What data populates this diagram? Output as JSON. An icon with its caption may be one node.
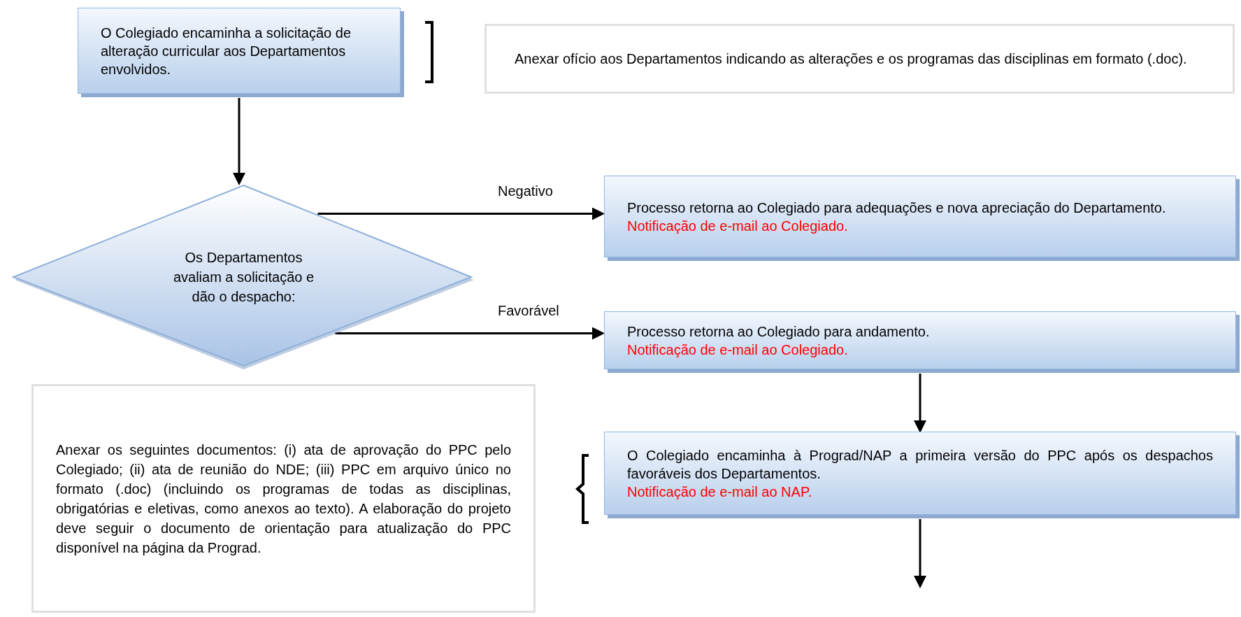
{
  "diagram": {
    "nodes": [
      {
        "text": [
          "O Colegiado encaminha a solicitação de alteração curricular aos Departamentos envolvidos."
        ]
      },
      {
        "text": [
          "Anexar ofício aos Departamentos indicando as alterações e os programas das disciplinas em formato (.doc)."
        ]
      },
      {
        "text": [
          "Os Departamentos avaliam a solicitação e dão o despacho:"
        ]
      },
      {
        "text": [
          "Processo retorna ao Colegiado para adequações e nova apreciação do Departamento.",
          "Notificação de e-mail ao Colegiado."
        ]
      },
      {
        "text": [
          "Processo retorna ao Colegiado para andamento.",
          "Notificação de e-mail ao Colegiado."
        ]
      },
      {
        "text": [
          "Anexar os seguintes documentos: (i) ata de aprovação do PPC pelo Colegiado; (ii) ata de reunião do NDE; (iii) PPC em arquivo único no formato (.doc) (incluindo os programas de todas as disciplinas, obrigatórias e eletivas, como anexos ao texto). A elaboração do projeto deve seguir o documento de orientação para atualização do PPC disponível na página da Prograd."
        ]
      },
      {
        "text": [
          "O Colegiado encaminha à Prograd/NAP a primeira versão do PPC após os despachos favoráveis dos Departamentos.",
          "Notificação de e-mail ao NAP."
        ]
      }
    ],
    "edges": [
      {
        "from": 0,
        "to": 2,
        "arrow": "to"
      },
      {
        "from": 2,
        "to": 3,
        "arrow": "to",
        "label": "Negativo"
      },
      {
        "from": 2,
        "to": 4,
        "arrow": "to",
        "label": "Favorável"
      },
      {
        "from": 4,
        "to": 6,
        "arrow": "to"
      },
      {
        "from": 6,
        "to": null,
        "arrow": "to"
      }
    ]
  }
}
